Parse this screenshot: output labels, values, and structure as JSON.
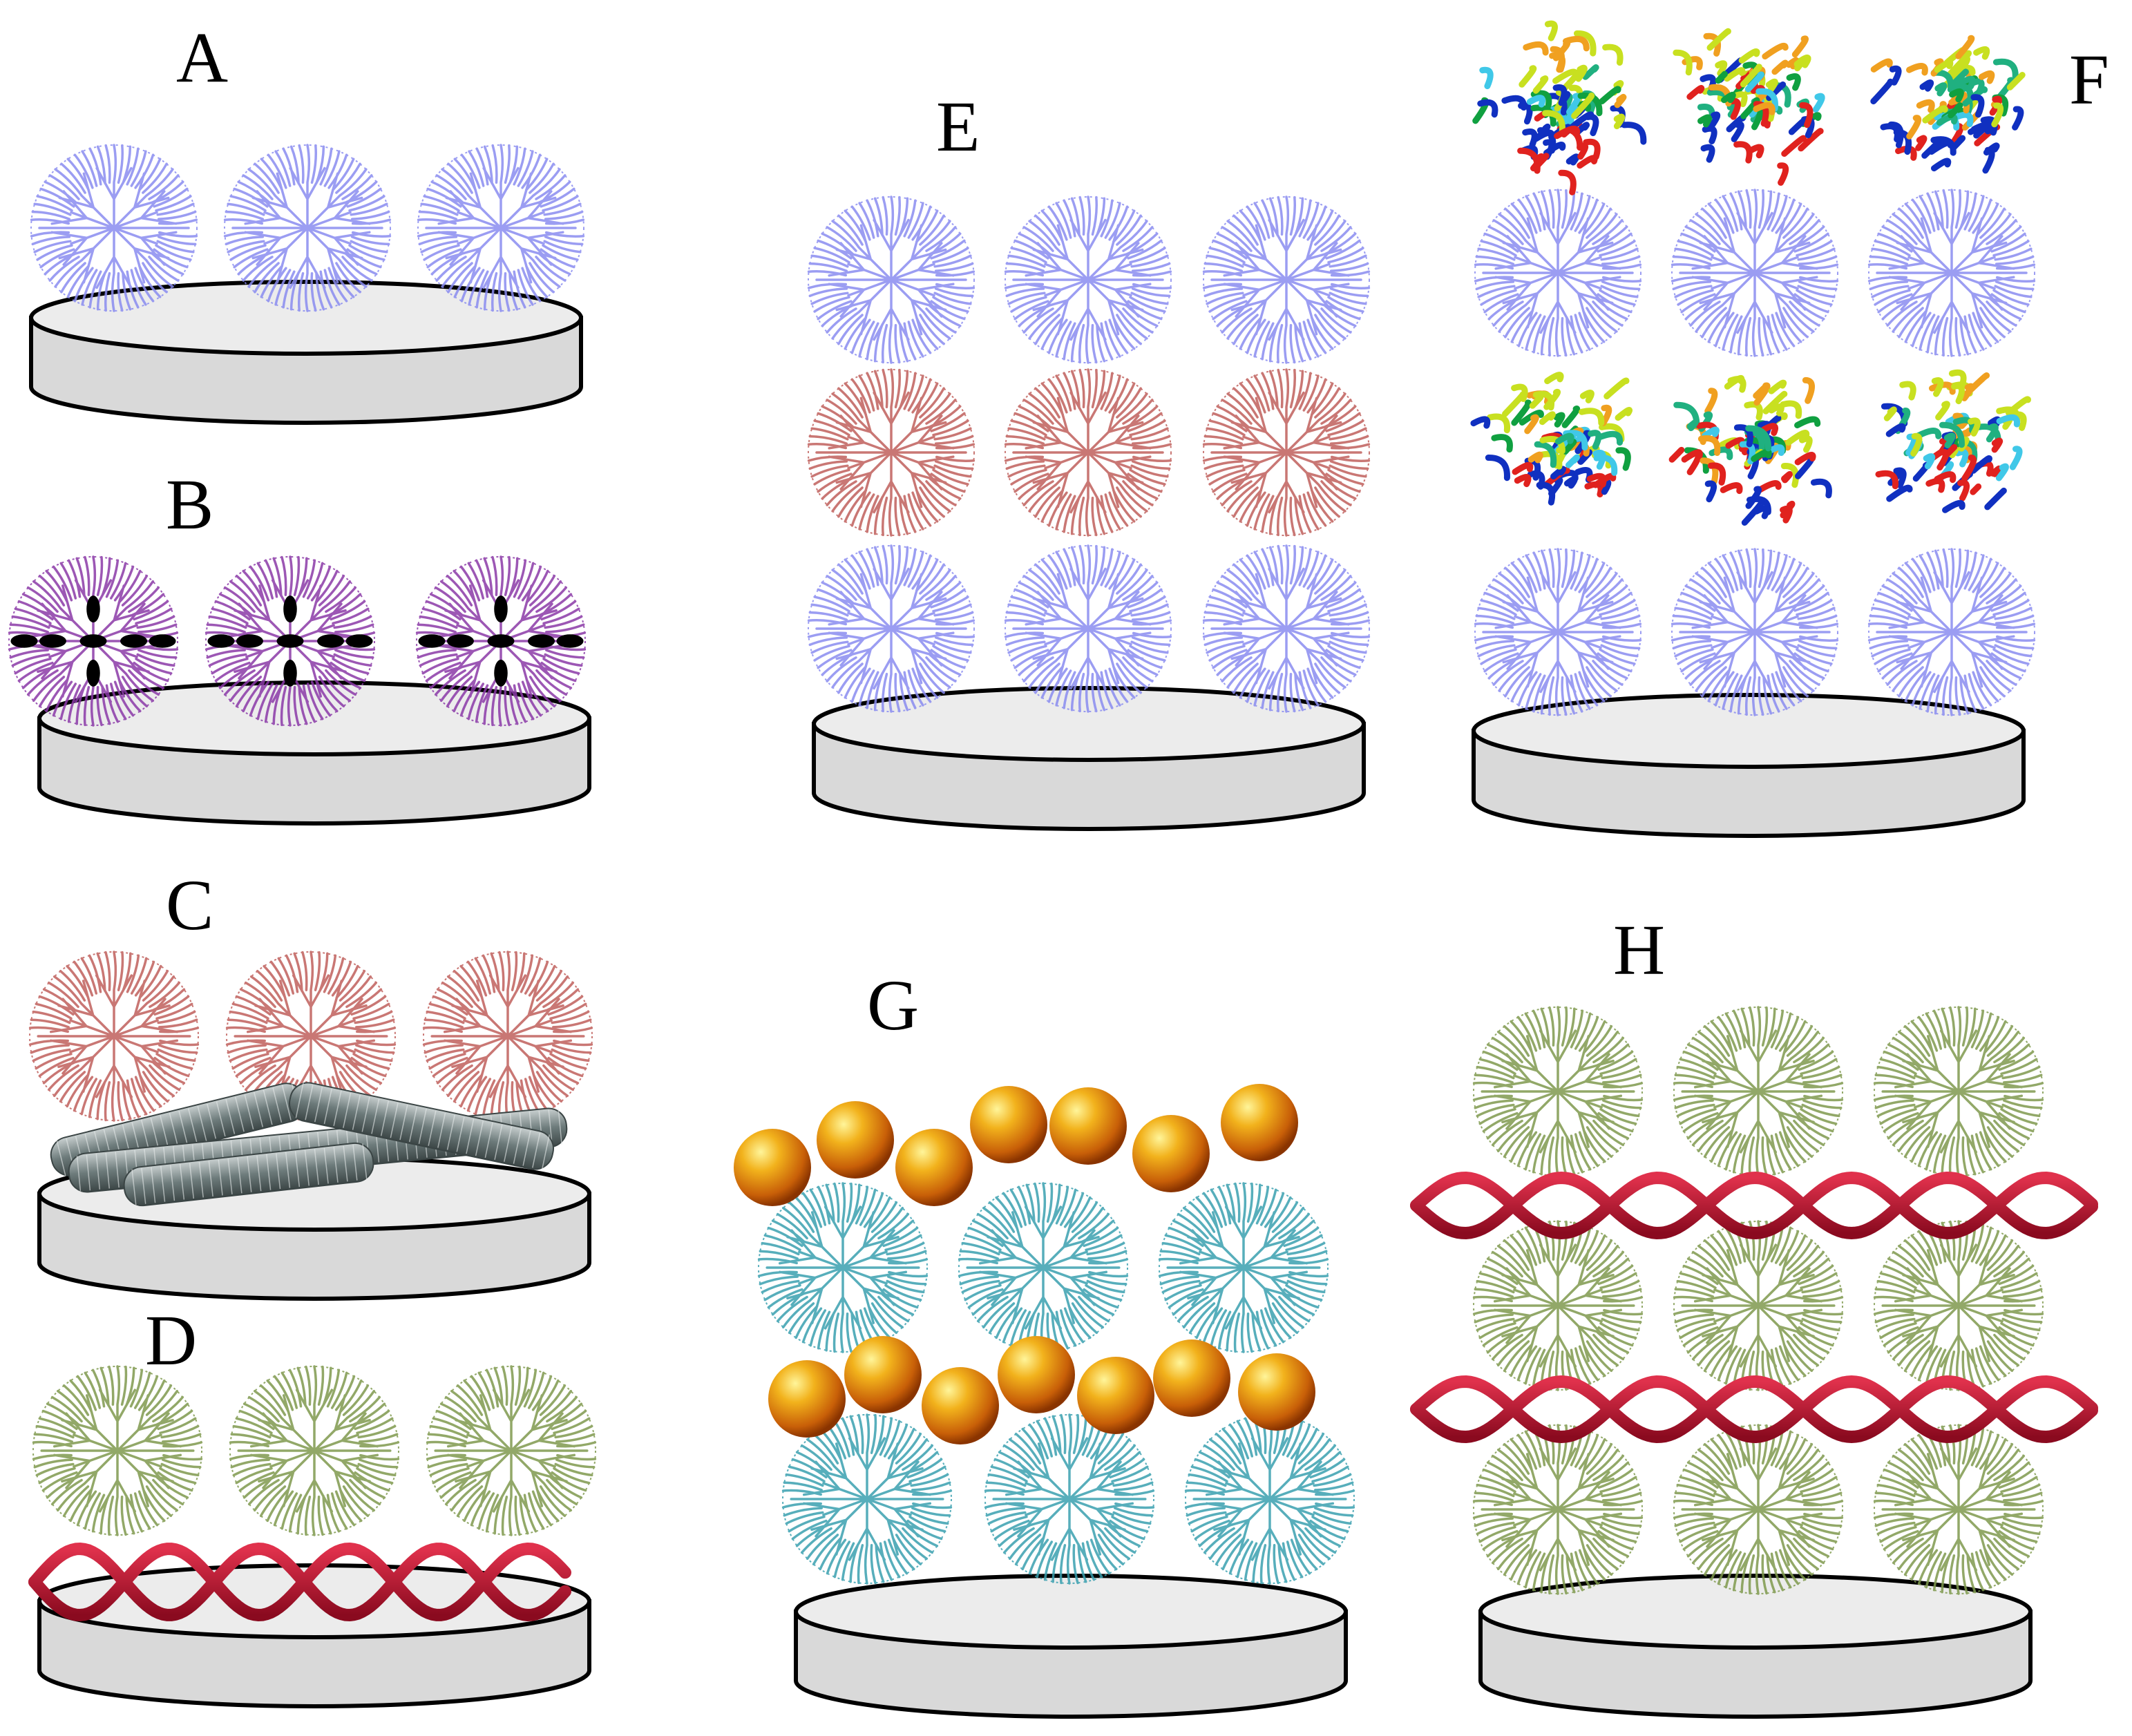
{
  "panels": [
    {
      "label": "A",
      "dendrimer_color": "#8a8cf0",
      "layers": [
        "dendrimer"
      ]
    },
    {
      "label": "B",
      "dendrimer_color": "#8b3aa8",
      "layers": [
        "dendrimer-with-guests"
      ]
    },
    {
      "label": "C",
      "dendrimer_color": "#c0605c",
      "layers": [
        "carbon-nanotubes",
        "dendrimer"
      ]
    },
    {
      "label": "D",
      "dendrimer_color": "#7f9a4e",
      "layers": [
        "dna",
        "dendrimer"
      ]
    },
    {
      "label": "E",
      "dendrimer_colors": [
        "#8a8cf0",
        "#c0605c",
        "#8a8cf0"
      ],
      "layers": [
        "dendrimer",
        "dendrimer",
        "dendrimer"
      ]
    },
    {
      "label": "F",
      "dendrimer_color": "#8a8cf0",
      "layers": [
        "dendrimer",
        "protein",
        "dendrimer",
        "protein"
      ]
    },
    {
      "label": "G",
      "dendrimer_color": "#3aa0b0",
      "layers": [
        "dendrimer",
        "gold-nanoparticles",
        "dendrimer",
        "gold-nanoparticles"
      ]
    },
    {
      "label": "H",
      "dendrimer_color": "#7f9a4e",
      "layers": [
        "dendrimer",
        "dna",
        "dendrimer",
        "dna",
        "dendrimer"
      ]
    }
  ],
  "colors": {
    "substrate_fill": "#d9d9d9",
    "substrate_top": "#ececec",
    "substrate_stroke": "#000000",
    "dna": "#b0102a",
    "nanotube": "#6d7b7b",
    "gold": "#d98a12",
    "guest": "#000000"
  }
}
